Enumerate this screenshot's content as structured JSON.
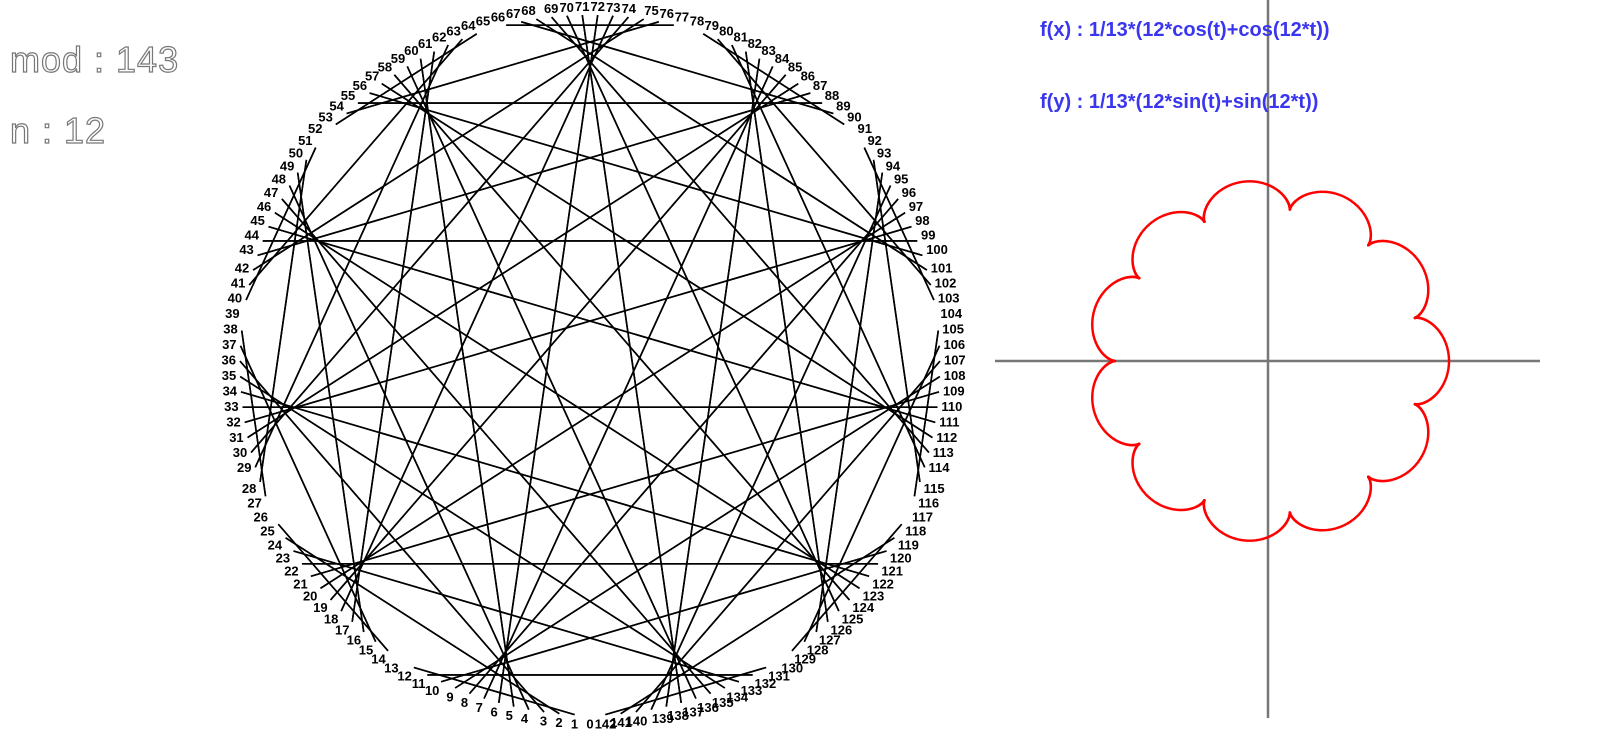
{
  "params": {
    "mod_label": "mod : 143",
    "n_label": "n : 12",
    "mod": 143,
    "n": 12
  },
  "formulas": {
    "fx": "f(x) : 1/13*(12*cos(t)+cos(12*t))",
    "fy": "f(y) : 1/13*(12*sin(t)+sin(12*t))"
  },
  "colors": {
    "param_outline": "#777777",
    "formula_text": "#3a36f0",
    "chord": "#000000",
    "curve": "#ff0000",
    "axis": "#777777"
  }
}
